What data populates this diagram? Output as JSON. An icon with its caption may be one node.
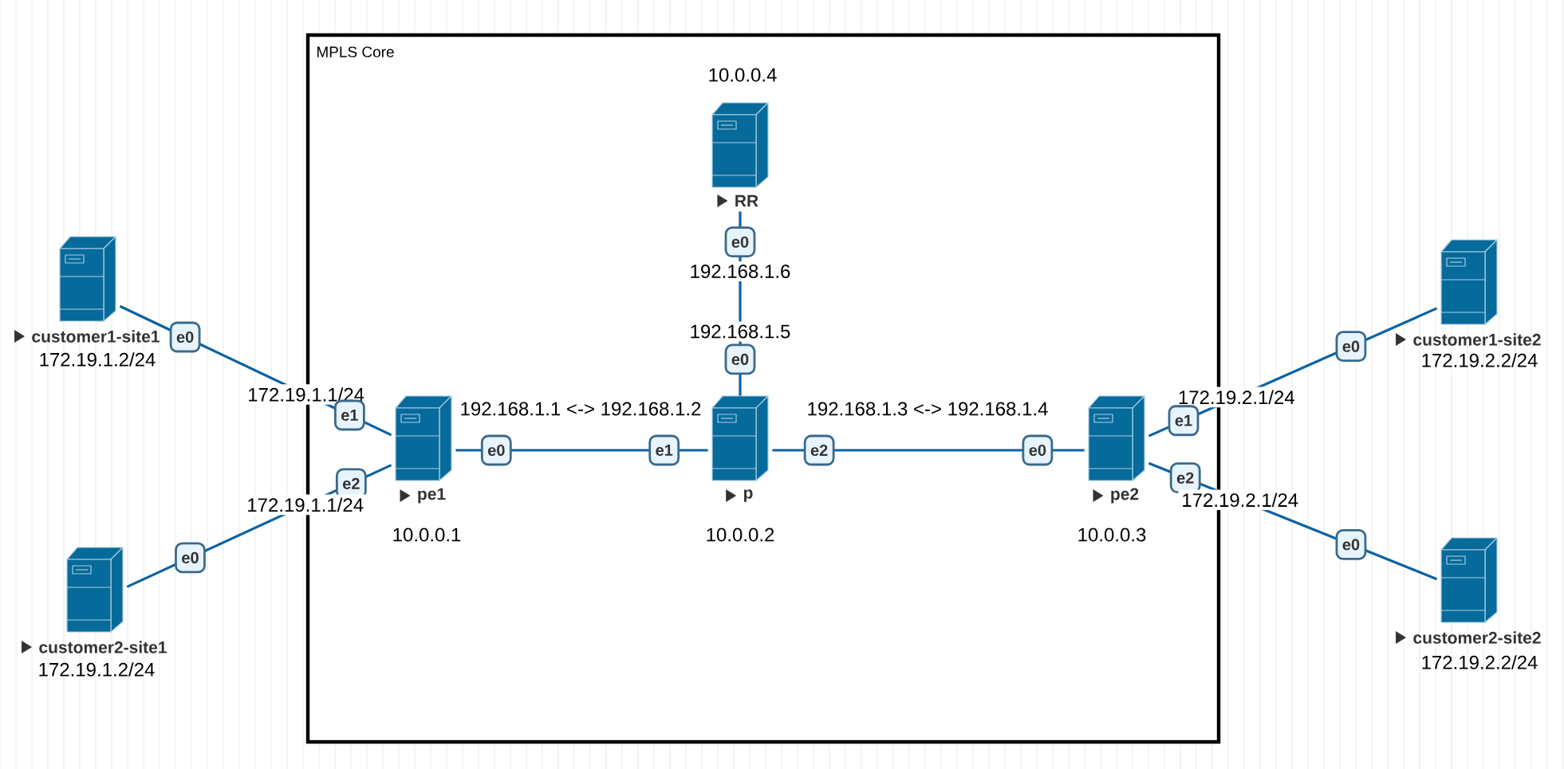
{
  "diagram": {
    "nodes": [
      {
        "text": [
          "MPLS Core"
        ]
      },
      {
        "text": [
          "RR"
        ],
        "beside": [
          "10.0.0.4"
        ],
        "in": 0
      },
      {
        "text": [
          "customer1-site1"
        ],
        "beside": [
          "172.19.1.2/24"
        ]
      },
      {
        "text": [
          "customer1-site2"
        ],
        "beside": [
          "172.19.2.2/24"
        ]
      },
      {
        "text": [
          "pe1"
        ],
        "beside": [
          "10.0.0.1"
        ],
        "in": 0
      },
      {
        "text": [
          "p"
        ],
        "beside": [
          "10.0.0.2"
        ],
        "in": 0
      },
      {
        "text": [
          "pe2"
        ],
        "beside": [
          "10.0.0.3"
        ],
        "in": 0
      },
      {
        "text": [
          "customer2-site1"
        ],
        "beside": [
          "172.19.1.2/24"
        ]
      },
      {
        "text": [
          "customer2-site2"
        ],
        "beside": [
          "172.19.2.2/24"
        ]
      }
    ],
    "edges": [
      {
        "from": 2,
        "to": 4,
        "arrow": "none"
      },
      {
        "from": 7,
        "to": 4,
        "arrow": "none"
      },
      {
        "from": 4,
        "to": 5,
        "arrow": "none"
      },
      {
        "from": 1,
        "to": 5,
        "arrow": "none"
      },
      {
        "from": 5,
        "to": 6,
        "arrow": "none"
      },
      {
        "from": 6,
        "to": 3,
        "arrow": "none"
      },
      {
        "from": 6,
        "to": 8,
        "arrow": "none"
      }
    ],
    "labels": [
      "e0",
      "192.168.1.6",
      "e0",
      "e0",
      "192.168.1.5",
      "e0",
      "172.19.1.1/24",
      "172.19.2.1/24",
      "192.168.1.1 <-> 192.168.1.2",
      "192.168.1.3 <-> 192.168.1.4",
      "e1",
      "e1",
      "e0",
      "e1",
      "e2",
      "e0",
      "e2",
      "e2",
      "172.19.1.1/24",
      "172.19.2.1/24",
      "e0",
      "e0"
    ]
  }
}
